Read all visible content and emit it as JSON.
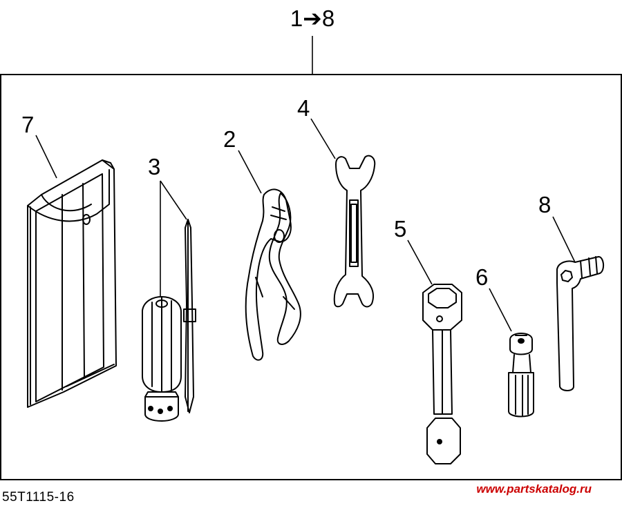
{
  "header": {
    "range_label": "1➔8"
  },
  "callouts": [
    {
      "label": "7"
    },
    {
      "label": "3"
    },
    {
      "label": "2"
    },
    {
      "label": "4"
    },
    {
      "label": "5"
    },
    {
      "label": "6"
    },
    {
      "label": "8"
    }
  ],
  "footer": {
    "reference": "55T1115-16",
    "watermark": "www.partskatalog.ru",
    "watermark_color": "#cc0000"
  }
}
